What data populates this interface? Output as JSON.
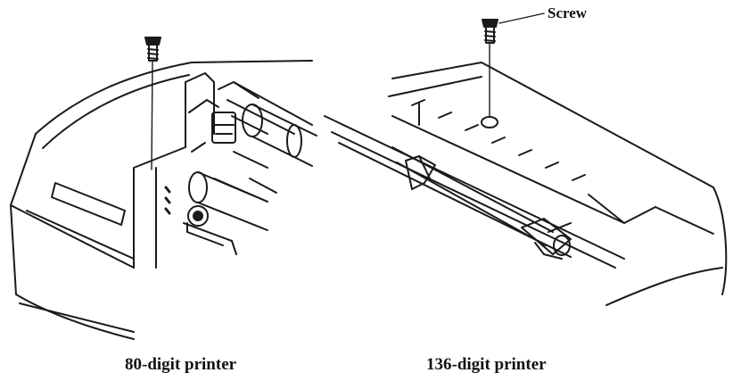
{
  "figure": {
    "left_caption": "80-digit printer",
    "right_caption": "136-digit printer",
    "callout_label": "Screw"
  }
}
